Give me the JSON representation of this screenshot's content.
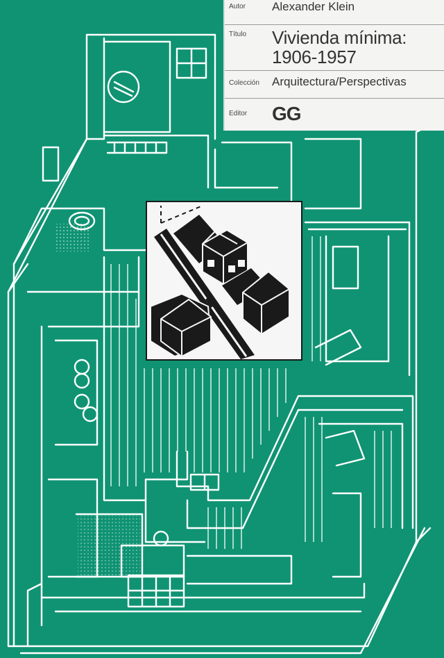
{
  "label": {
    "author_key": "Autor",
    "author_value": "Alexander Klein",
    "title_key": "Título",
    "title_line1": "Vivienda mínima:",
    "title_line2": "1906-1957",
    "collection_key": "Colección",
    "collection_value": "Arquitectura/Perspectivas",
    "publisher_key": "Editor",
    "publisher_value": "GG"
  },
  "colors": {
    "cover_green": "#0f9373",
    "line_white": "#ffffff",
    "label_background": "#f4f4f2",
    "logo_black": "#1a1a1a"
  },
  "illustration": {
    "subject": "axonometric-apartment-cutaway",
    "emblem": "houses-and-road-emblem"
  }
}
